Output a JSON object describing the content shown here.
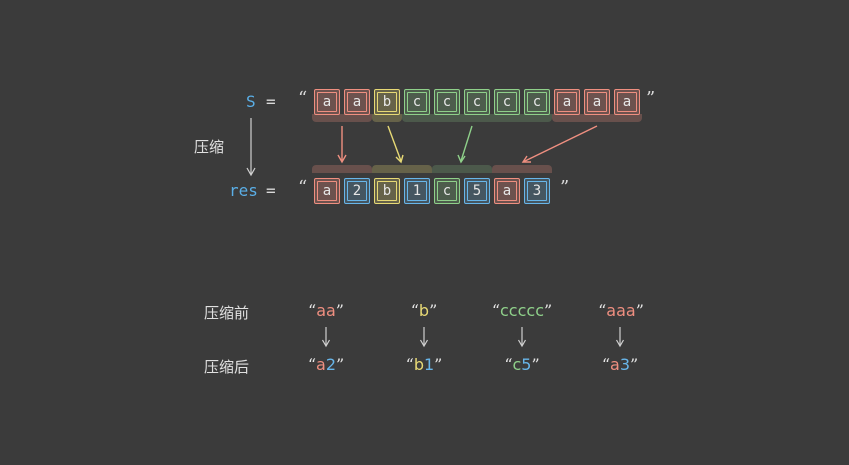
{
  "labels": {
    "s_name": "S",
    "res_name": "res",
    "equals": "=",
    "open_quote": "“",
    "close_quote": "”",
    "compress": "压缩",
    "before": "压缩前",
    "after": "压缩后"
  },
  "s_chars": [
    "a",
    "a",
    "b",
    "c",
    "c",
    "c",
    "c",
    "c",
    "a",
    "a",
    "a"
  ],
  "res_chars": [
    "a",
    "2",
    "b",
    "1",
    "c",
    "5",
    "a",
    "3"
  ],
  "examples": [
    {
      "before": "aa",
      "after_char": "a",
      "after_count": "2",
      "color": "#ef8f80"
    },
    {
      "before": "b",
      "after_char": "b",
      "after_count": "1",
      "color": "#e7d975"
    },
    {
      "before": "ccccc",
      "after_char": "c",
      "after_count": "5",
      "color": "#8fd08a"
    },
    {
      "before": "aaa",
      "after_char": "a",
      "after_count": "3",
      "color": "#ef8f80"
    }
  ],
  "colors": {
    "a": "#ef8f80",
    "b": "#e7d975",
    "c": "#8fd08a",
    "count": "#68b6ea",
    "var": "#5aaee6",
    "background": "#3b3b3b"
  }
}
